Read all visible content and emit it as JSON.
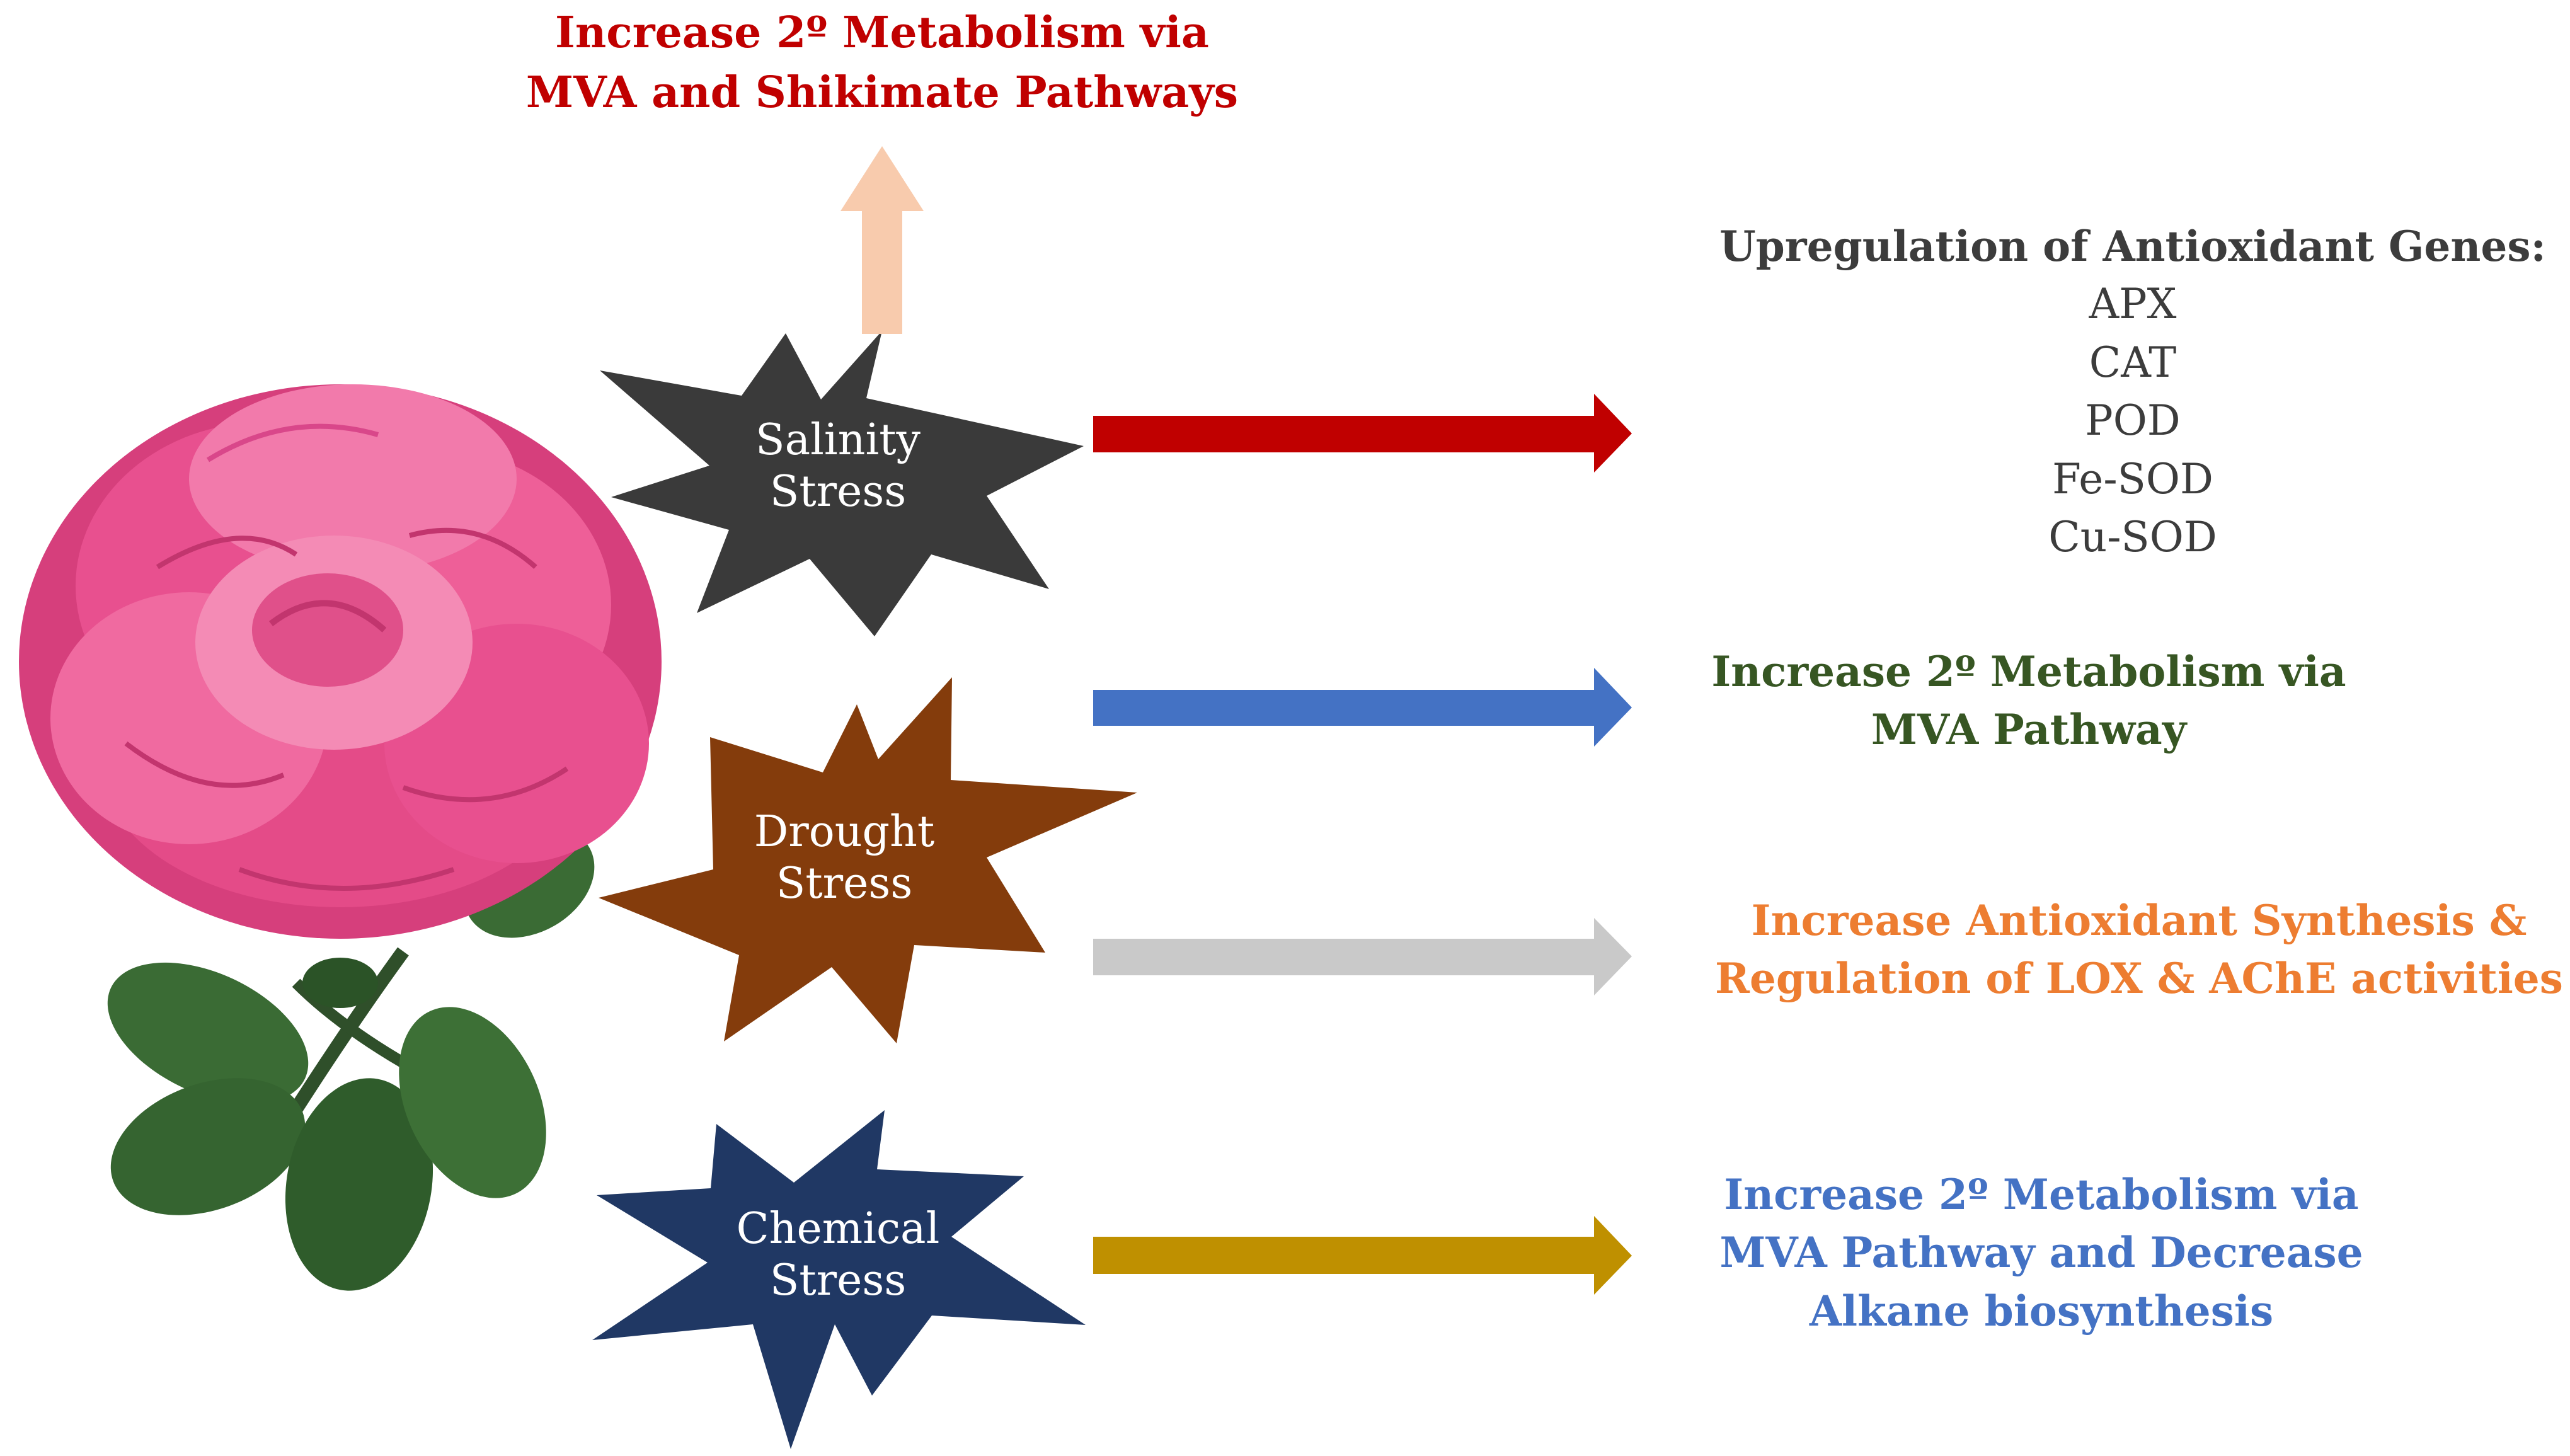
{
  "salinity": {
    "label_line1": "Salinity",
    "label_line2": "Stress",
    "color": "#3a3a3a",
    "top_effect_line1": "Increase 2º Metabolism via",
    "top_effect_line2": "MVA  and Shikimate Pathways",
    "top_effect_color": "#c00000",
    "top_arrow_color": "#f8cbad",
    "right_arrow_color": "#c00000",
    "genes_heading": "Upregulation of Antioxidant Genes:",
    "genes": [
      "APX",
      "CAT",
      "POD",
      "Fe-SOD",
      "Cu-SOD"
    ]
  },
  "drought": {
    "label_line1": "Drought",
    "label_line2": "Stress",
    "color": "#843c0c",
    "arrow1_color": "#4472c4",
    "effect1_line1": "Increase 2º Metabolism via",
    "effect1_line2": "MVA  Pathway",
    "effect1_color": "#375623",
    "arrow2_color": "#c9c9c9",
    "effect2_line1": "Increase Antioxidant Synthesis &",
    "effect2_line2": "Regulation of LOX & AChE activities",
    "effect2_color": "#ed7d31"
  },
  "chemical": {
    "label_line1": "Chemical",
    "label_line2": "Stress",
    "color": "#203864",
    "arrow_color": "#bf9000",
    "effect_line1": "Increase 2º Metabolism via",
    "effect_line2": "MVA  Pathway and Decrease",
    "effect_line3": "Alkane biosynthesis",
    "effect_color": "#4472c4"
  },
  "flower": {
    "petal_color": "#e8508f",
    "leaf_color": "#3a6b34"
  }
}
